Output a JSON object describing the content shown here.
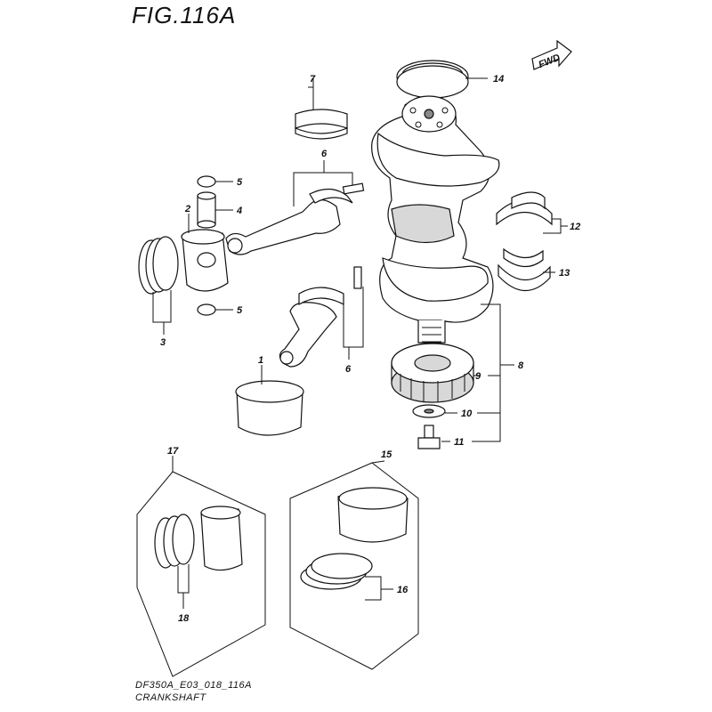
{
  "figure": {
    "title": "FIG.116A",
    "code": "DF350A_E03_018_116A",
    "caption": "CRANKSHAFT",
    "fwd_label": "FWD"
  },
  "callouts": {
    "c1": "1",
    "c2": "2",
    "c3": "3",
    "c4": "4",
    "c5a": "5",
    "c5b": "5",
    "c6a": "6",
    "c6b": "6",
    "c7": "7",
    "c8": "8",
    "c9": "9",
    "c10": "10",
    "c11": "11",
    "c12": "12",
    "c13": "13",
    "c14": "14",
    "c15": "15",
    "c16": "16",
    "c17": "17",
    "c18": "18"
  }
}
